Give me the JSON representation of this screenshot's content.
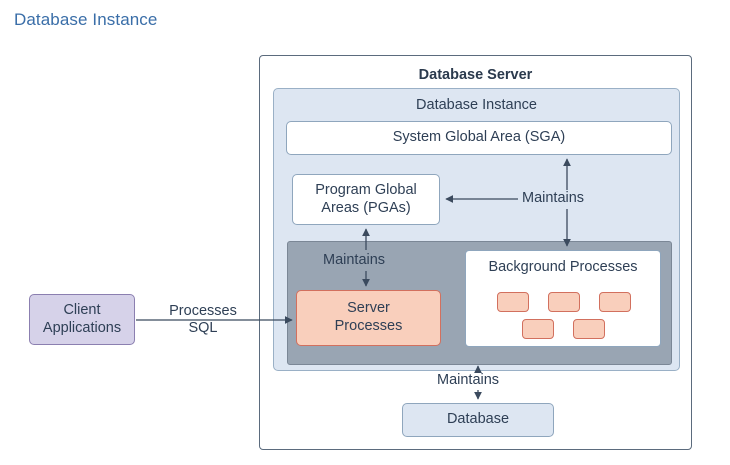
{
  "page": {
    "title": "Database Instance"
  },
  "diagram": {
    "server": {
      "title": "Database Server"
    },
    "instance": {
      "title": "Database Instance",
      "sga": "System Global Area (SGA)",
      "pgas": "Program Global\nAreas (PGAs)",
      "pgas_line1": "Program Global",
      "pgas_line2": "Areas (PGAs)",
      "server_processes_line1": "Server",
      "server_processes_line2": "Processes",
      "background_processes": "Background Processes",
      "background_chip_count": 5
    },
    "database": {
      "label": "Database"
    },
    "client": {
      "line1": "Client",
      "line2": "Applications"
    },
    "edges": [
      {
        "name": "maintains-sga-and-background",
        "label": "Maintains"
      },
      {
        "name": "maintains-pgas",
        "label": "Maintains"
      },
      {
        "name": "maintains-server-processes",
        "label": "Maintains"
      },
      {
        "name": "maintains-database",
        "label": "Maintains"
      },
      {
        "name": "processes-sql",
        "label": "Processes\nSQL",
        "line1": "Processes",
        "line2": "SQL"
      }
    ]
  },
  "colors": {
    "title_blue": "#3a6ea8",
    "text": "#2e3f55",
    "instance_fill": "#dde6f2",
    "process_region_fill": "#99a5b3",
    "salmon_fill": "#f9cfbc",
    "salmon_border": "#d2705e",
    "client_fill": "#d6d2e9",
    "client_border": "#8b7fb0",
    "box_border": "#8fa6bd",
    "server_border": "#5b6b7d",
    "arrow": "#3b4a5e"
  }
}
